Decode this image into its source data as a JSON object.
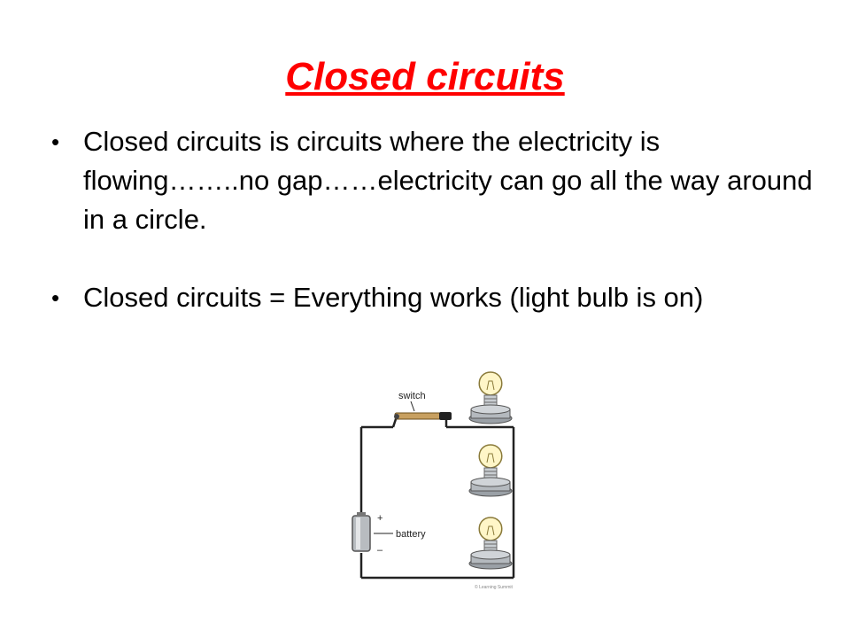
{
  "slide": {
    "title": "Closed circuits",
    "bullets": [
      "Closed circuits is circuits where the electricity is flowing……..no gap……electricity can go all the way around in a circle.",
      "Closed circuits = Everything works (light bulb is on)"
    ]
  },
  "diagram": {
    "switch_label": "switch",
    "battery_label": "battery",
    "plus_sign": "+",
    "minus_sign": "–",
    "credit": "© Learning Summit",
    "bulb_count": 3
  },
  "colors": {
    "title": "#ff0000",
    "text": "#000000",
    "wire": "#222222",
    "bulb_glass": "#fff6c8",
    "bulb_base": "#9aa0a6"
  },
  "icons": [
    "bullet-dot",
    "switch-icon",
    "battery-icon",
    "light-bulb-icon"
  ]
}
